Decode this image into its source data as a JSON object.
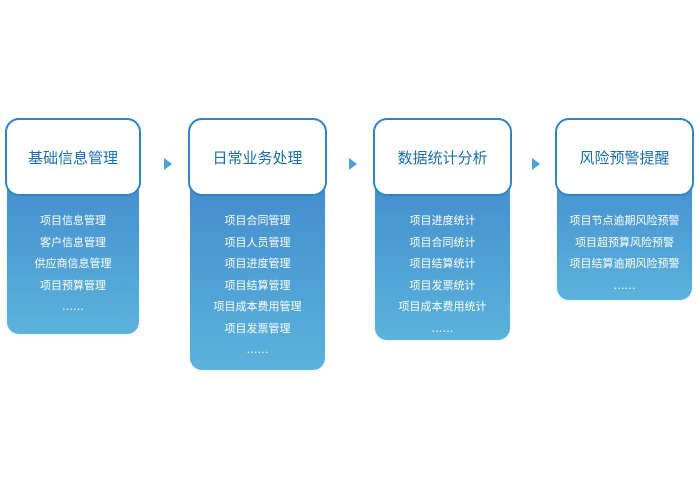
{
  "colors": {
    "title": "#1a6fb3",
    "border": "#2f86c6",
    "gradient_top": "#3b7fc9",
    "gradient_bottom": "#5bb3dc",
    "arrow": "#4aa3d4",
    "item_text": "#ffffff"
  },
  "cards": [
    {
      "title": "基础信息管理",
      "items": [
        "项目信息管理",
        "客户信息管理",
        "供应商信息管理",
        "项目预算管理",
        "……"
      ]
    },
    {
      "title": "日常业务处理",
      "items": [
        "项目合同管理",
        "项目人员管理",
        "项目进度管理",
        "项目结算管理",
        "项目成本费用管理",
        "项目发票管理",
        "……"
      ]
    },
    {
      "title": "数据统计分析",
      "items": [
        "项目进度统计",
        "项目合同统计",
        "项目结算统计",
        "项目发票统计",
        "项目成本费用统计",
        "……"
      ]
    },
    {
      "title": "风险预警提醒",
      "items": [
        "项目节点逾期风险预警",
        "项目超预算风险预警",
        "项目结算逾期风险预警",
        "……"
      ]
    }
  ],
  "arrows": [
    "chevron-right-icon",
    "chevron-right-icon",
    "chevron-right-icon"
  ]
}
